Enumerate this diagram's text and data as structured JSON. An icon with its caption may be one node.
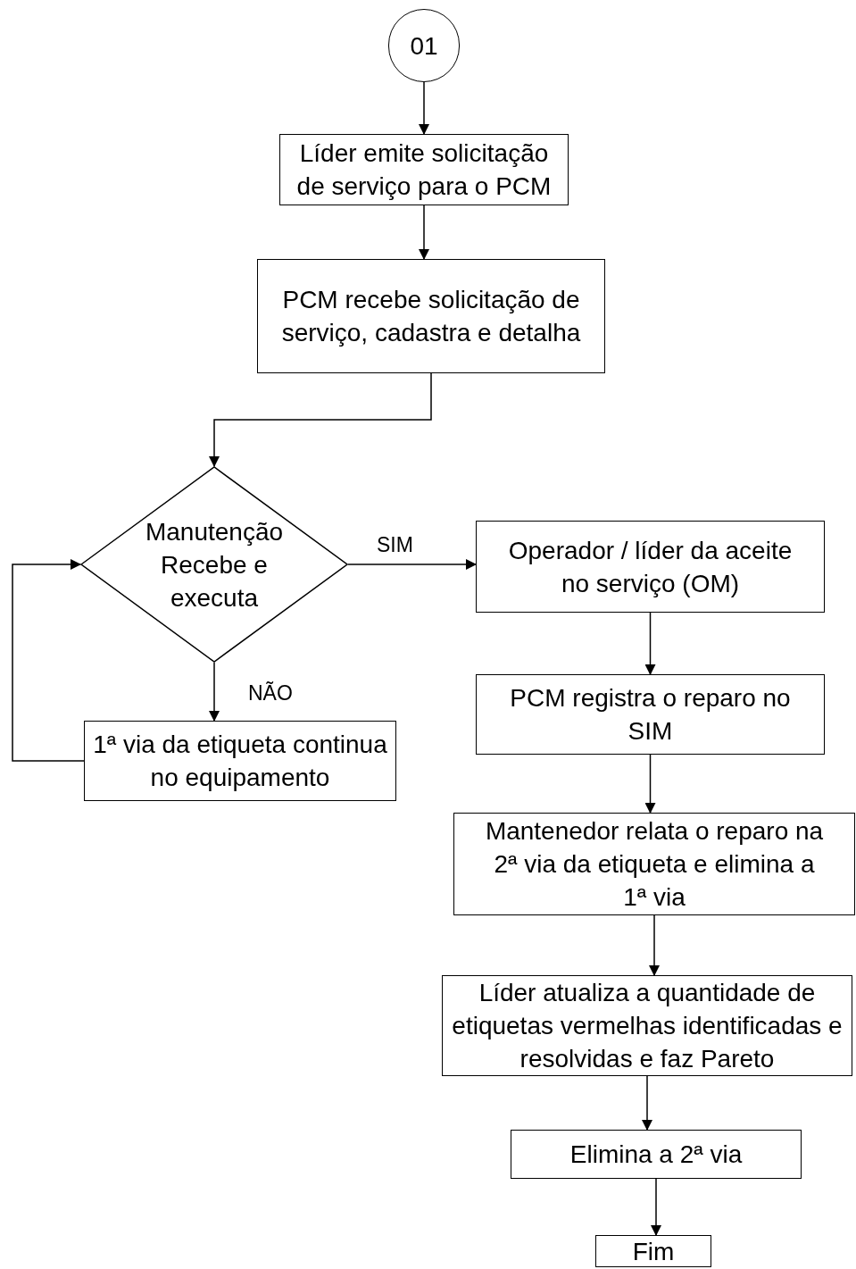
{
  "diagram": {
    "nodes": [
      {
        "text": [
          "01"
        ]
      },
      {
        "text": [
          "Líder emite solicitação de serviço para o PCM"
        ]
      },
      {
        "text": [
          "PCM recebe solicitação de serviço, cadastra e detalha"
        ]
      },
      {
        "text": [
          "Manutenção Recebe e executa"
        ]
      },
      {
        "text": [
          "Operador / líder da aceite no serviço (OM)"
        ]
      },
      {
        "text": [
          "1ª via da etiqueta continua no equipamento"
        ]
      },
      {
        "text": [
          "PCM registra o reparo no SIM"
        ]
      },
      {
        "text": [
          "Mantenedor relata o reparo na 2ª via da etiqueta e elimina a 1ª via"
        ]
      },
      {
        "text": [
          "Líder atualiza a quantidade de etiquetas vermelhas identificadas e resolvidas e faz Pareto"
        ]
      },
      {
        "text": [
          "Elimina a 2ª via"
        ]
      },
      {
        "text": [
          "Fim"
        ]
      }
    ],
    "edges": [
      {
        "from": 0,
        "to": 1,
        "arrow": "to"
      },
      {
        "from": 1,
        "to": 2,
        "arrow": "to"
      },
      {
        "from": 2,
        "to": 3,
        "arrow": "to"
      },
      {
        "from": 3,
        "to": 4,
        "arrow": "to",
        "label": "SIM"
      },
      {
        "from": 3,
        "to": 5,
        "arrow": "to",
        "label": "NÃO"
      },
      {
        "from": 5,
        "to": 3,
        "arrow": "to"
      },
      {
        "from": 4,
        "to": 6,
        "arrow": "to"
      },
      {
        "from": 6,
        "to": 7,
        "arrow": "to"
      },
      {
        "from": 7,
        "to": 8,
        "arrow": "to"
      },
      {
        "from": 8,
        "to": 9,
        "arrow": "to"
      },
      {
        "from": 9,
        "to": 10,
        "arrow": "to"
      }
    ]
  }
}
